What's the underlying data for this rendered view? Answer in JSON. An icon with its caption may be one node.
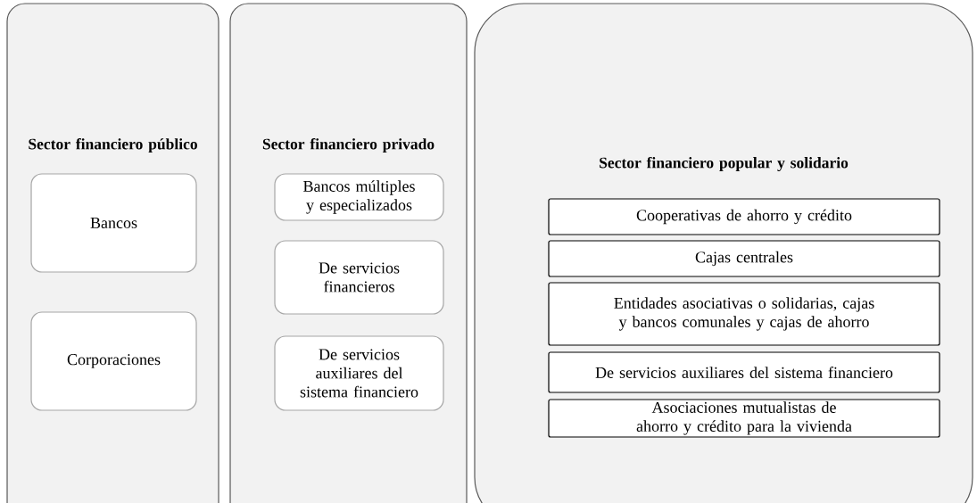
{
  "diagram": {
    "nodes": [
      {
        "text": [
          "Sector financiero público"
        ]
      },
      {
        "text": [
          "Bancos"
        ],
        "in": 0
      },
      {
        "text": [
          "Corporaciones"
        ],
        "in": 0
      },
      {
        "text": [
          "Sector financiero privado"
        ]
      },
      {
        "text": [
          "Bancos múltiples y especializados"
        ],
        "in": 3
      },
      {
        "text": [
          "De servicios financieros"
        ],
        "in": 3
      },
      {
        "text": [
          "De servicios auxiliares del sistema financiero"
        ],
        "in": 3
      },
      {
        "text": [
          "Sector financiero popular y solidario"
        ]
      },
      {
        "text": [
          "Cooperativas de ahorro y crédito"
        ],
        "in": 7
      },
      {
        "text": [
          "Cajas centrales"
        ],
        "in": 7
      },
      {
        "text": [
          "Entidades asociativas o solidarias, cajas y bancos comunales y cajas de ahorro"
        ],
        "in": 7
      },
      {
        "text": [
          "De servicios auxiliares del sistema financiero"
        ],
        "in": 7
      },
      {
        "text": [
          "Asociaciones mutualistas de ahorro y crédito para la vivienda"
        ],
        "in": 7
      }
    ]
  }
}
